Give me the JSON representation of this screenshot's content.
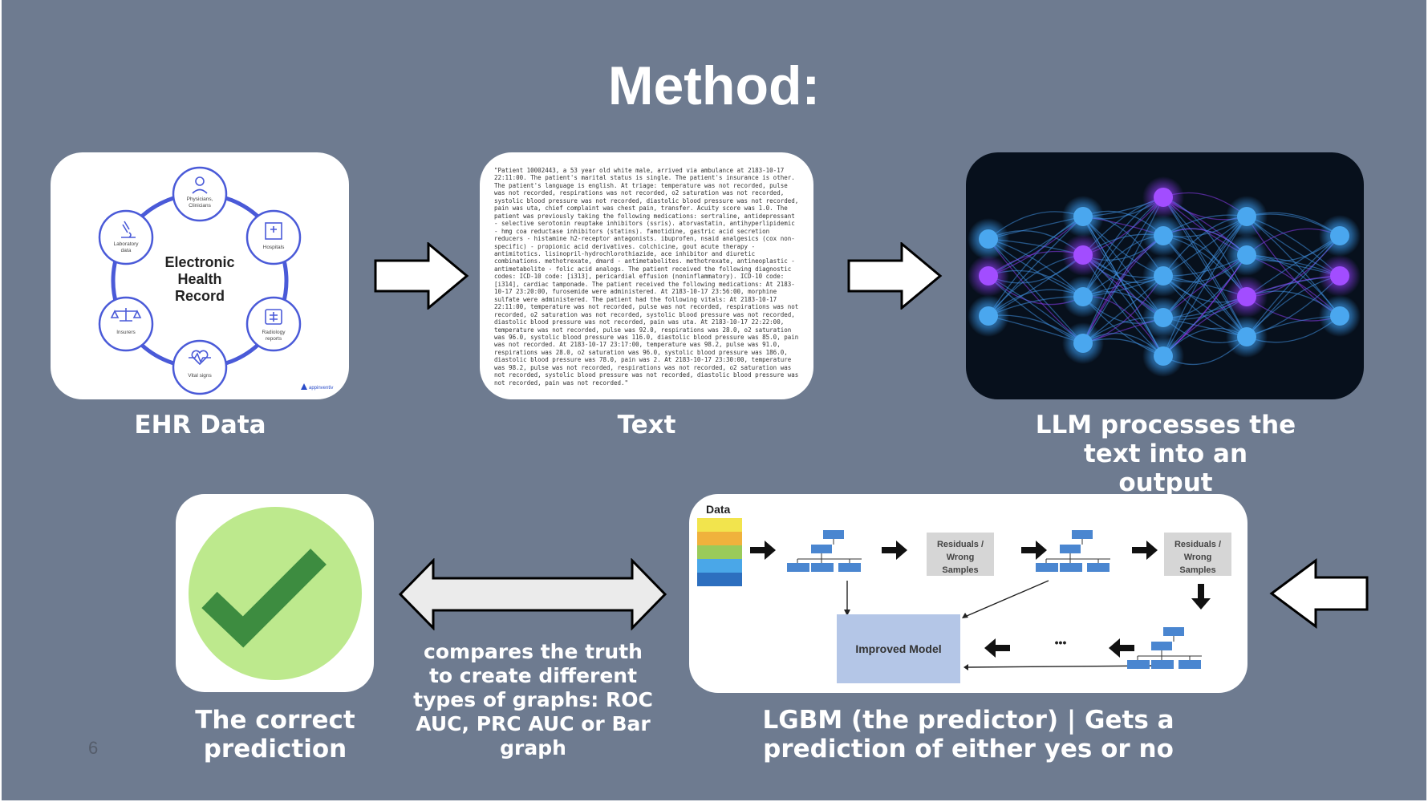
{
  "slide": {
    "title": "Method:",
    "page_number": "6",
    "background_color": "#6e7b90"
  },
  "ehr_panel": {
    "center_label": [
      "Electronic",
      "Health",
      "Record"
    ],
    "nodes": [
      {
        "label": [
          "Physicians,",
          "Clinicians"
        ],
        "icon": "doctor-icon"
      },
      {
        "label": [
          "Hospitals"
        ],
        "icon": "hospital-icon"
      },
      {
        "label": [
          "Radiology",
          "reports"
        ],
        "icon": "xray-icon"
      },
      {
        "label": [
          "Vital signs"
        ],
        "icon": "heart-pulse-icon"
      },
      {
        "label": [
          "Insurers"
        ],
        "icon": "scale-icon"
      },
      {
        "label": [
          "Laboratory",
          "data"
        ],
        "icon": "microscope-icon"
      }
    ],
    "logo": "appinventiv",
    "caption": "EHR Data"
  },
  "text_panel": {
    "content": "\"Patient 10002443, a 53 year old white male, arrived via ambulance at 2183-10-17 22:11:00. The patient's marital status is single. The patient's insurance is other. The patient's language is english. At triage: temperature was not recorded, pulse was not recorded, respirations was not recorded, o2 saturation was not recorded, systolic blood pressure was not recorded, diastolic blood pressure was not recorded, pain was uta, chief complaint was chest pain, transfer. Acuity score was 1.0. The patient was previously taking the following medications: sertraline, antidepressant - selective serotonin reuptake inhibitors (ssris). atorvastatin, antihyperlipidemic - hmg coa reductase inhibitors (statins). famotidine, gastric acid secretion reducers - histamine h2-receptor antagonists. ibuprofen, nsaid analgesics (cox non-specific) - propionic acid derivatives. colchicine, gout acute therapy - antimitotics. lisinopril-hydrochlorothiazide, ace inhibitor and diuretic combinations. methotrexate, dmard - antimetabolites. methotrexate, antineoplastic - antimetabolite - folic acid analogs. The patient received the following diagnostic codes: ICD-10 code: [i313], pericardial effusion (noninflammatory). ICD-10 code: [i314], cardiac tamponade. The patient received the following medications: At 2183-10-17 23:20:00, furosemide were administered. At 2183-10-17 23:56:00, morphine sulfate were administered. The patient had the following vitals: At 2183-10-17 22:11:00, temperature was not recorded, pulse was not recorded, respirations was not recorded, o2 saturation was not recorded, systolic blood pressure was not recorded, diastolic blood pressure was not recorded, pain was uta. At 2183-10-17 22:22:00, temperature was not recorded, pulse was 92.0, respirations was 28.0, o2 saturation was 96.0, systolic blood pressure was 116.0, diastolic blood pressure was 85.0, pain was not recorded. At 2183-10-17 23:17:00, temperature was 98.2, pulse was 91.0, respirations was 28.0, o2 saturation was 96.0, systolic blood pressure was 186.0, diastolic blood pressure was 78.0, pain was 2. At 2183-10-17 23:30:00, temperature was 98.2, pulse was not recorded, respirations was not recorded, o2 saturation was not recorded, systolic blood pressure was not recorded, diastolic blood pressure was not recorded, pain was not recorded.\"",
    "caption": "Text"
  },
  "llm_panel": {
    "caption": "LLM processes the text into an output"
  },
  "prediction_panel": {
    "caption": "The correct prediction",
    "icon": "checkmark-icon"
  },
  "compare_arrow": {
    "caption": "compares the truth to create different types of graphs: ROC AUC, PRC AUC or Bar graph"
  },
  "lgbm_panel": {
    "data_label": "Data",
    "data_colors": [
      "#f2e44d",
      "#f0b23c",
      "#9acb5a",
      "#4aa7e8",
      "#2d6fbf"
    ],
    "residual_label": [
      "Residuals /",
      "Wrong",
      "Samples"
    ],
    "improved_model_label": "Improved Model",
    "ellipsis": "•••",
    "caption": "LGBM (the predictor) | Gets a prediction of either yes or no"
  }
}
